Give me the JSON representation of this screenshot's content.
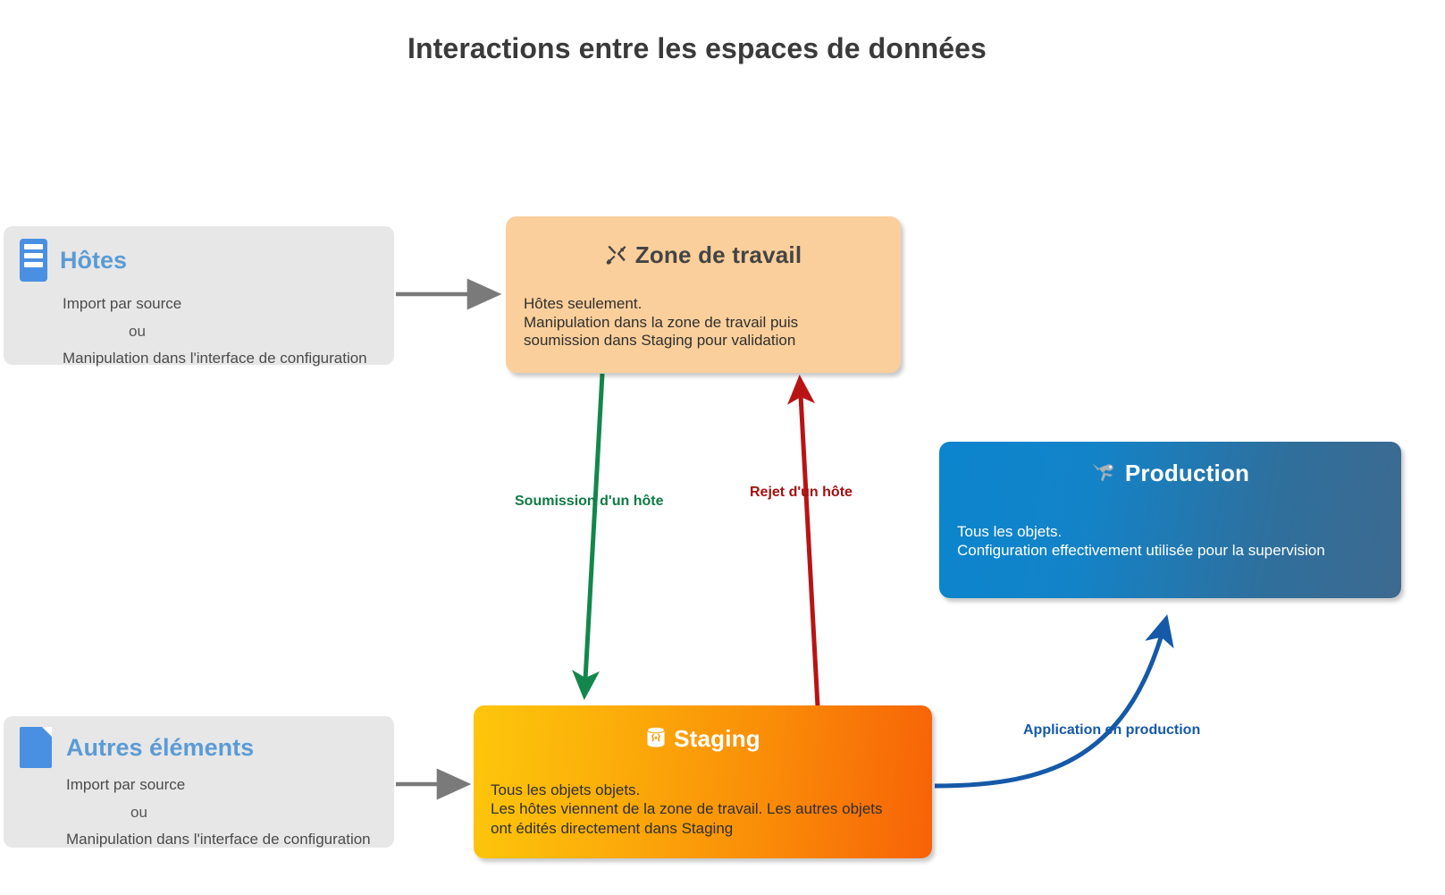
{
  "page": {
    "title": "Interactions entre les espaces de données"
  },
  "colors": {
    "source_title": "#5b9bd5",
    "workspace_bg": "#fbcf9b",
    "production_from": "#0b85ce",
    "production_to": "#3d6a8f",
    "staging_from": "#fdc60b",
    "staging_to": "#f76207",
    "arrow_gray": "#7a7a7a",
    "arrow_green": "#13874b",
    "arrow_red": "#b81414",
    "arrow_blue": "#1559a8"
  },
  "sources": [
    {
      "id": "hosts",
      "icon": "server-rack-icon",
      "title": "Hôtes",
      "line1": "Import par source",
      "line2": "ou",
      "line3": "Manipulation dans l'interface de configuration"
    },
    {
      "id": "other-elements",
      "icon": "document-icon",
      "title": "Autres éléments",
      "line1": "Import par source",
      "line2": "ou",
      "line3": "Manipulation dans l'interface de configuration"
    }
  ],
  "workspace": {
    "icon": "tools-icon",
    "icon_glyph": "⚒",
    "title": "Zone de travail",
    "line1": "Hôtes seulement.",
    "line2": "Manipulation dans la zone de travail puis",
    "line3": "soumission dans Staging pour validation"
  },
  "production": {
    "icon": "satellite-icon",
    "icon_glyph": "🛰",
    "title": "Production",
    "line1": "Tous les objets.",
    "line2": "Configuration effectivement utilisée pour la supervision"
  },
  "staging": {
    "icon": "database-icon",
    "icon_glyph": "🗄",
    "title": "Staging",
    "line1": "Tous les objets objets.",
    "line2": "Les hôtes viennent de la zone de travail. Les autres objets",
    "line3": "ont édités directement dans Staging"
  },
  "arrows": [
    {
      "id": "hosts-to-workspace",
      "label": "",
      "color": "#7a7a7a"
    },
    {
      "id": "other-to-staging",
      "label": "",
      "color": "#7a7a7a"
    },
    {
      "id": "workspace-to-staging",
      "label": "Soumission d'un hôte",
      "color": "#13874b"
    },
    {
      "id": "staging-to-workspace",
      "label": "Rejet d'un hôte",
      "color": "#b81414"
    },
    {
      "id": "staging-to-production",
      "label": "Application en production",
      "color": "#1559a8"
    }
  ]
}
